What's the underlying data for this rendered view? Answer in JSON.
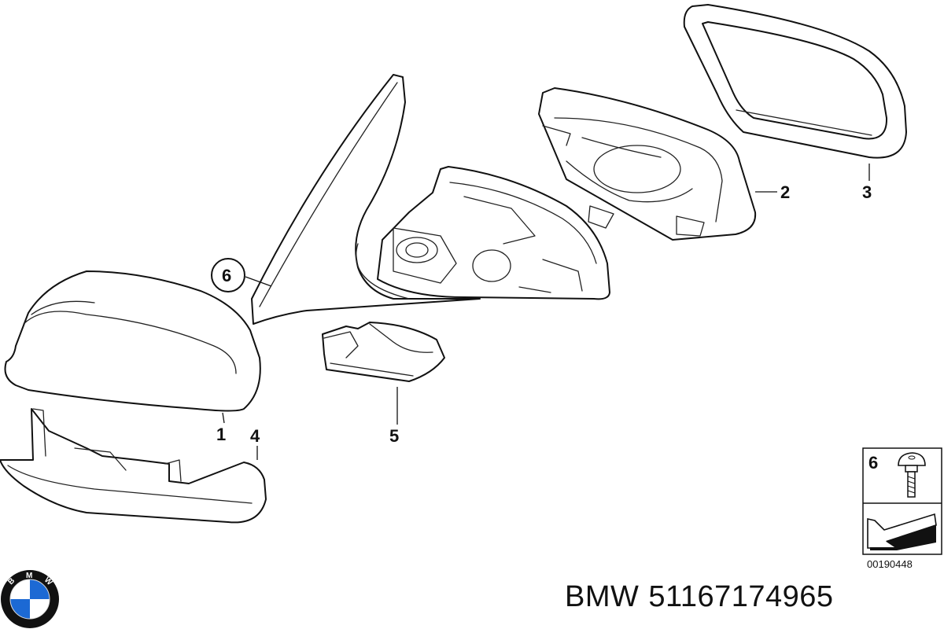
{
  "diagram": {
    "callouts": [
      {
        "id": "1",
        "label": "1"
      },
      {
        "id": "2",
        "label": "2"
      },
      {
        "id": "3",
        "label": "3"
      },
      {
        "id": "4",
        "label": "4"
      },
      {
        "id": "5",
        "label": "5"
      },
      {
        "id": "6",
        "label": "6"
      }
    ],
    "legend_part_number": "6",
    "diagram_id": "00190448"
  },
  "brand": {
    "logo_letters": "BMW",
    "name": "BMW",
    "part_number": "51167174965",
    "colors": {
      "blue": "#1c69d4",
      "ring": "#111111",
      "white": "#ffffff"
    }
  }
}
